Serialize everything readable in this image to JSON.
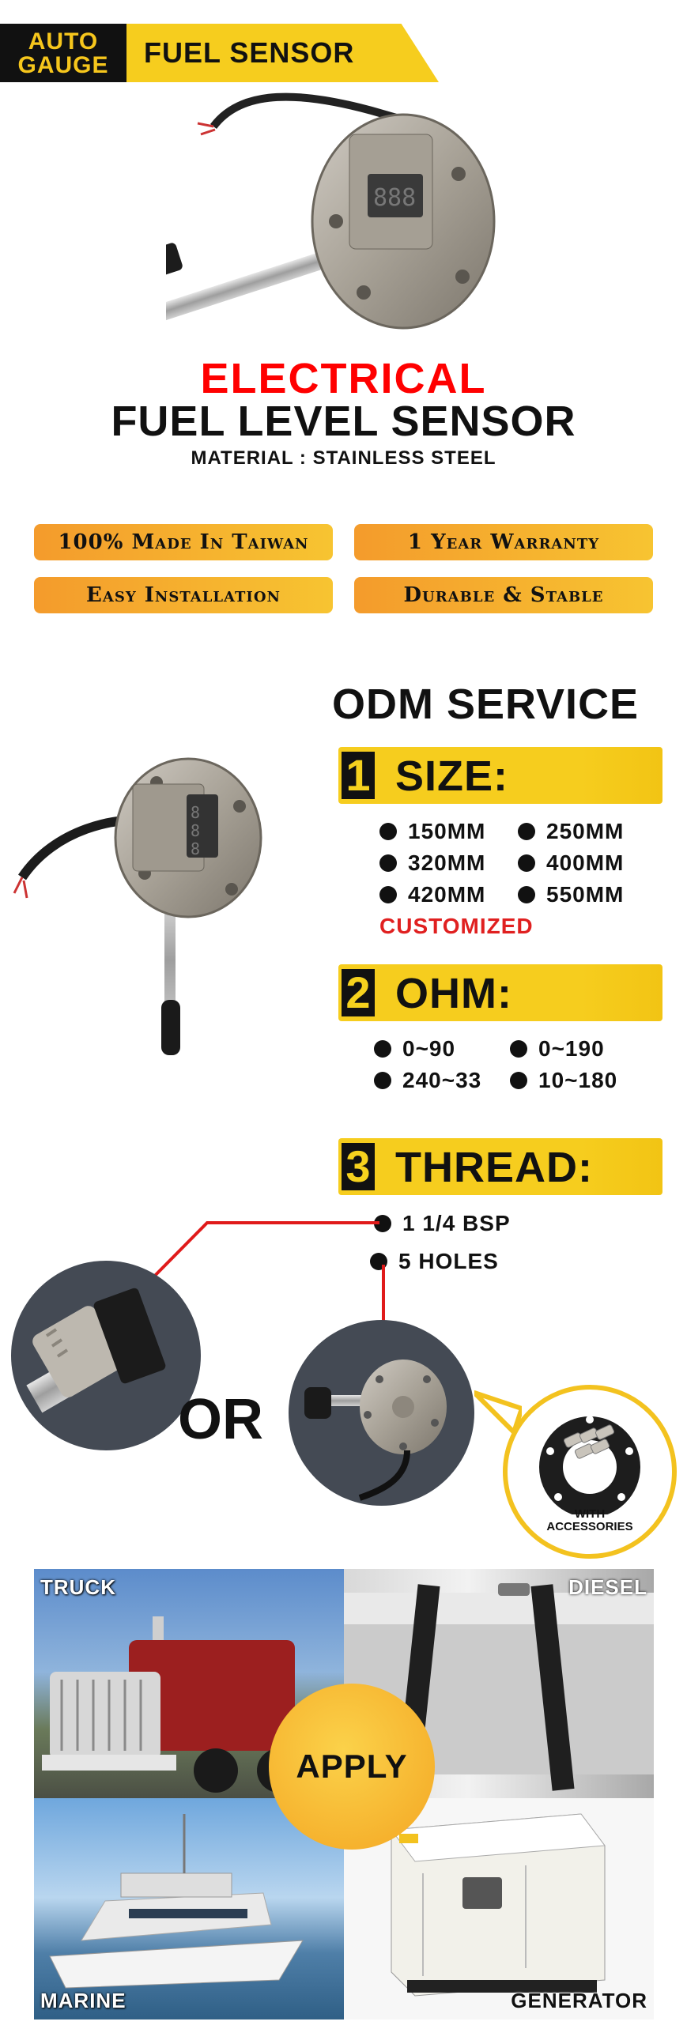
{
  "brand": {
    "logo_line1": "AUTO",
    "logo_line2": "GAUGE",
    "banner_text": "FUEL SENSOR"
  },
  "headline": {
    "line1": "ELECTRICAL",
    "line2": "FUEL LEVEL SENSOR",
    "material": "MATERIAL : STAINLESS STEEL"
  },
  "features": [
    "100% Made In Taiwan",
    "1 Year Warranty",
    "Easy Installation",
    "Durable & Stable"
  ],
  "odm": {
    "title": "ODM SERVICE",
    "sections": [
      {
        "num": "1",
        "label": "SIZE:",
        "options": [
          "150MM",
          "250MM",
          "320MM",
          "400MM",
          "420MM",
          "550MM"
        ],
        "extra": "CUSTOMIZED"
      },
      {
        "num": "2",
        "label": "OHM:",
        "options": [
          "0~90",
          "0~190",
          "240~33",
          "10~180"
        ]
      },
      {
        "num": "3",
        "label": "THREAD:",
        "options": [
          "1 1/4 BSP",
          "5 HOLES"
        ]
      }
    ]
  },
  "thread_compare": {
    "or_label": "OR",
    "accessory_label_1": "WITH",
    "accessory_label_2": "ACCESSORIES"
  },
  "apply": {
    "center_label": "APPLY",
    "tiles": [
      "TRUCK",
      "DIESEL",
      "MARINE",
      "GENERATOR"
    ]
  },
  "colors": {
    "accent_yellow": "#f6cd1e",
    "accent_orange": "#f49b2c",
    "red": "#ff0000",
    "dark": "#111111"
  }
}
